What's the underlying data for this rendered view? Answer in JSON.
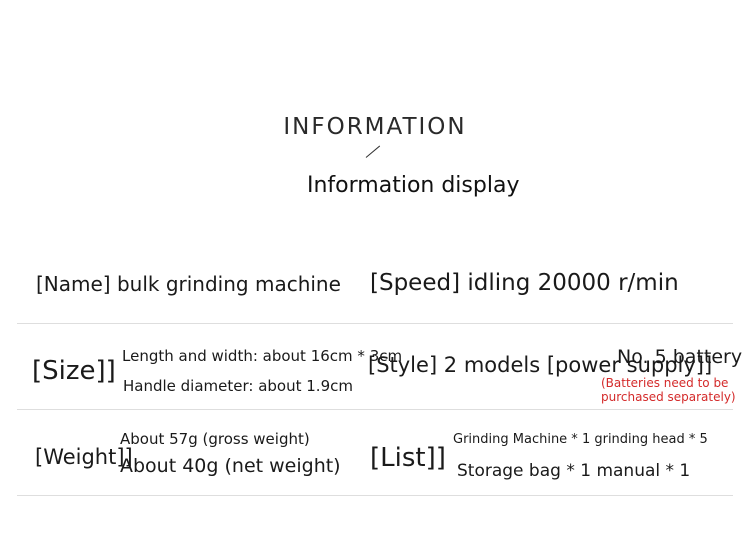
{
  "header": {
    "title": "INFORMATION",
    "subtitle": "Information display"
  },
  "rows": {
    "name": "[Name] bulk grinding machine",
    "speed": "[Speed] idling 20000 r/min",
    "size_label": "[Size]]",
    "size_line1": "Length and width: about 16cm * 3cm",
    "size_line2": "Handle diameter: about 1.9cm",
    "style": "[Style] 2 models [power supply]]",
    "battery": "No. 5 battery",
    "battery_note_line1": "(Batteries need to be",
    "battery_note_line2": "purchased separately)",
    "weight_label": "[Weight]]",
    "weight_gross": "About 57g (gross weight)",
    "weight_net": "About 40g (net weight)",
    "list_label": "[List]]",
    "list_line1": "Grinding Machine * 1 grinding head * 5",
    "list_line2": "Storage bag * 1 manual * 1"
  },
  "colors": {
    "note_red": "#d42a2a",
    "divider": "#dedede"
  }
}
